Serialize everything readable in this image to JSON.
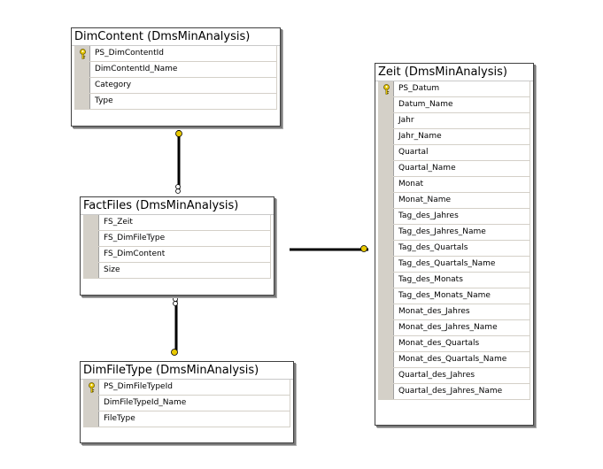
{
  "colors": {
    "border": "#404040",
    "selector": "#d4d0c8",
    "key": "#e8c800",
    "connector": "#000000"
  },
  "tables": [
    {
      "id": "dimcontent",
      "title": "DimContent (DmsMinAnalysis)",
      "columns": [
        {
          "name": "PS_DimContentId",
          "key": true
        },
        {
          "name": "DimContentId_Name",
          "key": false
        },
        {
          "name": "Category",
          "key": false
        },
        {
          "name": "Type",
          "key": false
        }
      ]
    },
    {
      "id": "factfiles",
      "title": "FactFiles (DmsMinAnalysis)",
      "columns": [
        {
          "name": "FS_Zeit",
          "key": false
        },
        {
          "name": "FS_DimFileType",
          "key": false
        },
        {
          "name": "FS_DimContent",
          "key": false
        },
        {
          "name": "Size",
          "key": false
        }
      ]
    },
    {
      "id": "dimfiletype",
      "title": "DimFileType (DmsMinAnalysis)",
      "columns": [
        {
          "name": "PS_DimFileTypeId",
          "key": true
        },
        {
          "name": "DimFileTypeId_Name",
          "key": false
        },
        {
          "name": "FileType",
          "key": false
        }
      ]
    },
    {
      "id": "zeit",
      "title": "Zeit (DmsMinAnalysis)",
      "columns": [
        {
          "name": "PS_Datum",
          "key": true
        },
        {
          "name": "Datum_Name",
          "key": false
        },
        {
          "name": "Jahr",
          "key": false
        },
        {
          "name": "Jahr_Name",
          "key": false
        },
        {
          "name": "Quartal",
          "key": false
        },
        {
          "name": "Quartal_Name",
          "key": false
        },
        {
          "name": "Monat",
          "key": false
        },
        {
          "name": "Monat_Name",
          "key": false
        },
        {
          "name": "Tag_des_Jahres",
          "key": false
        },
        {
          "name": "Tag_des_Jahres_Name",
          "key": false
        },
        {
          "name": "Tag_des_Quartals",
          "key": false
        },
        {
          "name": "Tag_des_Quartals_Name",
          "key": false
        },
        {
          "name": "Tag_des_Monats",
          "key": false
        },
        {
          "name": "Tag_des_Monats_Name",
          "key": false
        },
        {
          "name": "Monat_des_Jahres",
          "key": false
        },
        {
          "name": "Monat_des_Jahres_Name",
          "key": false
        },
        {
          "name": "Monat_des_Quartals",
          "key": false
        },
        {
          "name": "Monat_des_Quartals_Name",
          "key": false
        },
        {
          "name": "Quartal_des_Jahres",
          "key": false
        },
        {
          "name": "Quartal_des_Jahres_Name",
          "key": false
        }
      ]
    }
  ],
  "relationships": [
    {
      "from": "factfiles",
      "to": "dimcontent",
      "key_end": "dimcontent"
    },
    {
      "from": "factfiles",
      "to": "dimfiletype",
      "key_end": "dimfiletype"
    },
    {
      "from": "factfiles",
      "to": "zeit",
      "key_end": "zeit"
    }
  ]
}
